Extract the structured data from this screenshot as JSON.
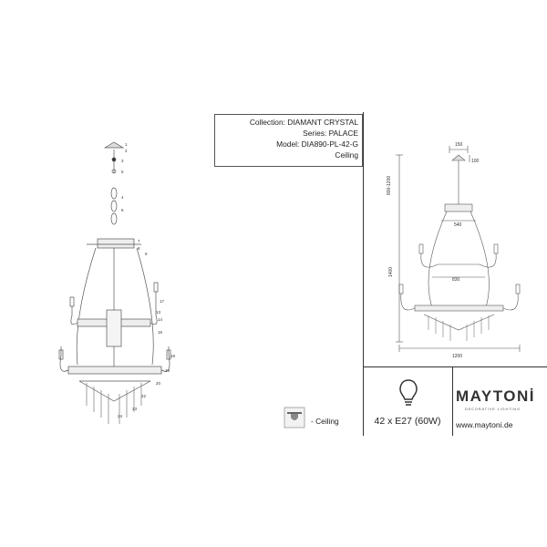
{
  "info": {
    "collection": "Collection: DIAMANT CRYSTAL",
    "series": "Series: PALACE",
    "model": "Model: DIA890-PL-42-G",
    "mount": "Ceiling"
  },
  "spec": {
    "power": "42 x E27 (60W)",
    "brand": "MAYTONİ",
    "tagline": "DECORATIVE LIGHTING",
    "website": "www.maytoni.de",
    "ceiling_label": "- Ceiling"
  },
  "dimensions": {
    "top": "150",
    "canopy": "100",
    "total_height": "800-1200",
    "body_height": "1400",
    "ring_top": "540",
    "ring_mid": "830",
    "width": "1200"
  },
  "parts": [
    "1",
    "2",
    "3",
    "4",
    "5",
    "6",
    "7",
    "8",
    "9",
    "10",
    "11",
    "12",
    "13",
    "14",
    "15",
    "16",
    "17",
    "18",
    "19",
    "20",
    "21",
    "22",
    "23",
    "24"
  ]
}
